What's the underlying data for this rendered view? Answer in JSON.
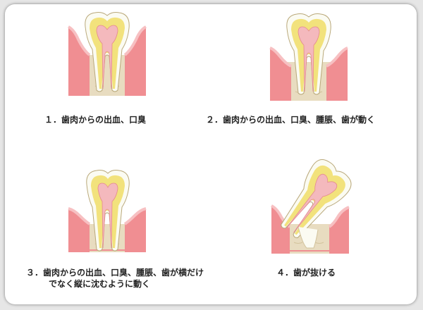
{
  "colors": {
    "gum": "#f08e92",
    "gum_light": "#f7c0c2",
    "bone": "#e8dcc0",
    "bone_line": "#d2c39c",
    "enamel": "#fbfbf2",
    "dentin": "#f2e27c",
    "pulp": "#f4b9bd",
    "pulp_line": "#e58a90",
    "outline": "#b9a87a",
    "frame": "#ffffff"
  },
  "stages": [
    {
      "number": "1",
      "caption": "１．歯肉からの出血、口臭"
    },
    {
      "number": "2",
      "caption": "２．歯肉からの出血、口臭、腫脹、歯が動く"
    },
    {
      "number": "3",
      "caption_line1": "３．歯肉からの出血、口臭、腫脹、歯が横だけ",
      "caption_line2": "でなく縦に沈むように動く"
    },
    {
      "number": "4",
      "caption": "４．歯が抜ける"
    }
  ]
}
